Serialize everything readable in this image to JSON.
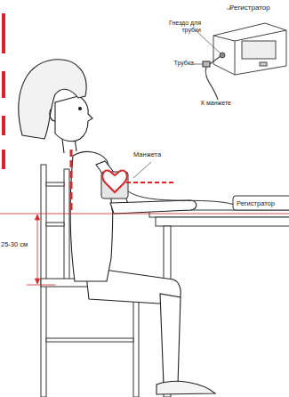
{
  "diagram": {
    "labels": [
      "Регистратор",
      "Гнездо для трубки",
      "Трубка",
      "К манжете",
      "Манжета",
      "Регистратор",
      "25-30 см"
    ]
  }
}
